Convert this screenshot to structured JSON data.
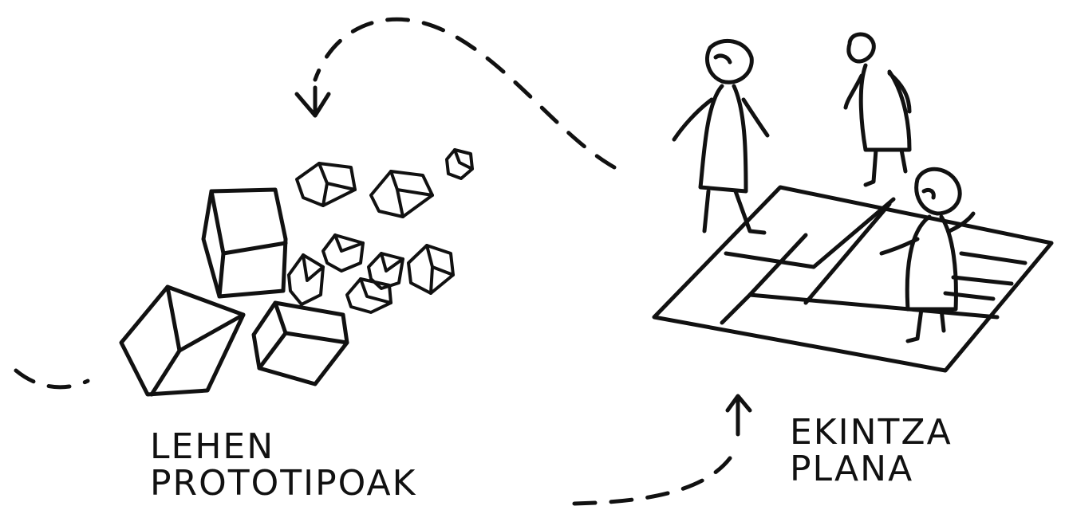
{
  "left_label": {
    "line1": "LEHEN",
    "line2": "PROTOTIPOAK"
  },
  "right_label": {
    "line1": "EKINTZA",
    "line2": "PLANA"
  },
  "colors": {
    "ink": "#111111",
    "paper": "#ffffff"
  }
}
